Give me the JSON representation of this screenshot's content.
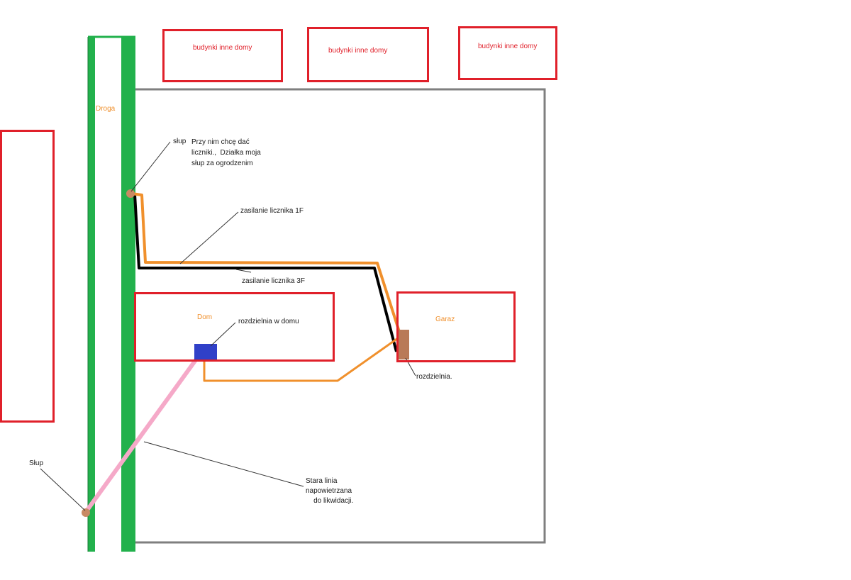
{
  "labels": {
    "building_1": "budynki  inne domy",
    "building_2": "budynki  inne domy",
    "building_3": "budynki  inne domy",
    "road": "Droga",
    "pole_top": "słup",
    "pole_top_note": "Przy nim chcę dać\nliczniki.,  Działka moja\nsłup za ogrodzenim",
    "feed_1f": "zasilanie licznika 1F",
    "feed_3f": "zasilanie licznika 3F",
    "house": "Dom",
    "house_panel": "rozdzielnia w domu",
    "garage": "Garaz",
    "garage_panel": "rozdzielnia.",
    "pole_bottom": "Słup",
    "old_line": "Stara linia\nnapowietrzana\n    do likwidacji."
  },
  "colors": {
    "outline_red": "#e0202a",
    "road_green": "#22b14c",
    "plot_gray": "#7f7f7f",
    "cable_orange": "#f0902c",
    "cable_black": "#000000",
    "old_line_pink": "#f5a9c8",
    "house_panel_blue": "#3040c8",
    "garage_panel_brown": "#b97a57",
    "pole_brown": "#c88a64"
  }
}
